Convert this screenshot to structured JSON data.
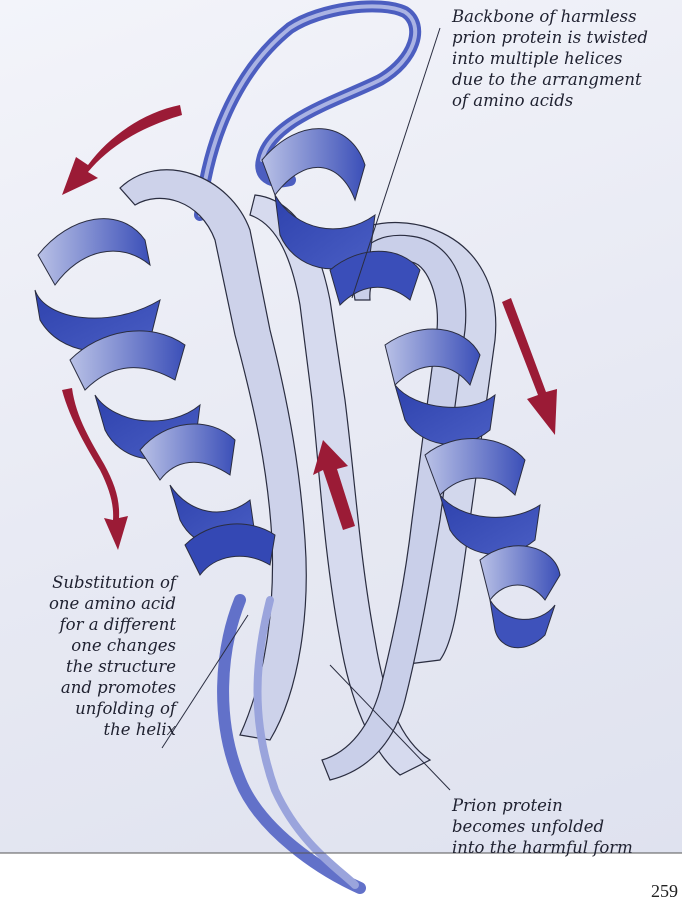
{
  "labels": {
    "backbone": "Backbone of harmless\nprion protein is twisted\ninto multiple helices\ndue to the arrangment\nof amino acids",
    "substitution": "Substitution of\none amino acid\nfor a different\none changes\nthe structure\nand promotes\nunfolding of\nthe helix",
    "unfolded": "Prion protein\nbecomes unfolded\ninto the harmful form"
  },
  "page_number": "259",
  "colors": {
    "background": "#e8eaf4",
    "helix_dark": "#3b4fb8",
    "helix_light": "#b9c1e6",
    "sheet": "#cfd4ea",
    "arrow": "#9b1b36"
  }
}
